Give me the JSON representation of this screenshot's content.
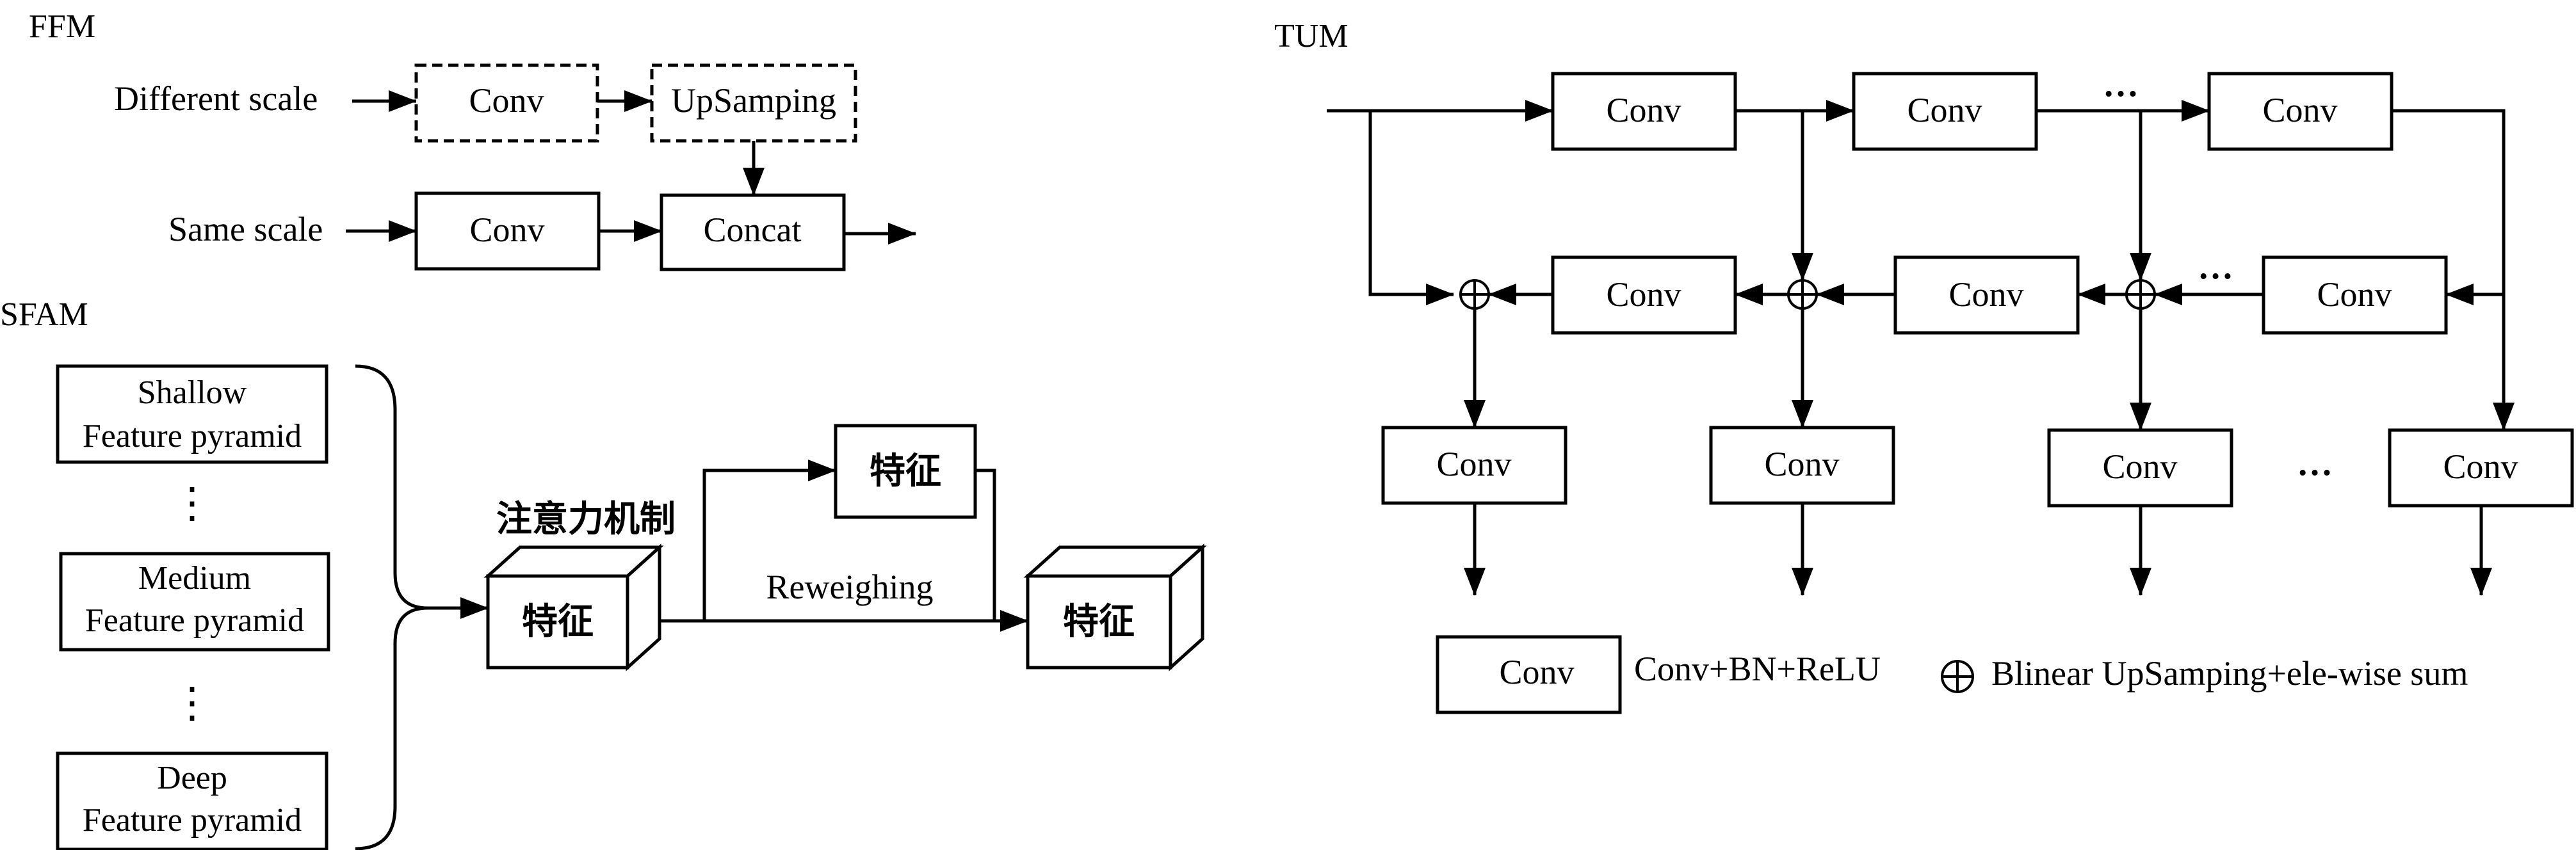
{
  "ffm": {
    "title": "FFM",
    "different_scale": "Different scale",
    "same_scale": "Same scale",
    "conv_dashed": "Conv",
    "upsampling": "UpSamping",
    "conv": "Conv",
    "concat": "Concat"
  },
  "sfam": {
    "title": "SFAM",
    "shallow_1": "Shallow",
    "shallow_2": "Feature pyramid",
    "medium_1": "Medium",
    "medium_2": "Feature pyramid",
    "deep_1": "Deep",
    "deep_2": "Feature pyramid",
    "vdots": "⋮",
    "attention": "注意力机制",
    "feature_cube_1": "特征",
    "feature_box": "特征",
    "feature_cube_2": "特征",
    "reweighing": "Reweighing"
  },
  "tum": {
    "title": "TUM",
    "top_convs": [
      "Conv",
      "Conv",
      "Conv"
    ],
    "mid_convs": [
      "Conv",
      "Conv",
      "Conv"
    ],
    "bottom_convs": [
      "Conv",
      "Conv",
      "Conv",
      "Conv"
    ],
    "ellipsis": "…",
    "legend_conv": "Conv",
    "legend_conv_desc": "Conv+BN+ReLU",
    "legend_sum_desc": "Blinear UpSamping+ele-wise sum"
  }
}
